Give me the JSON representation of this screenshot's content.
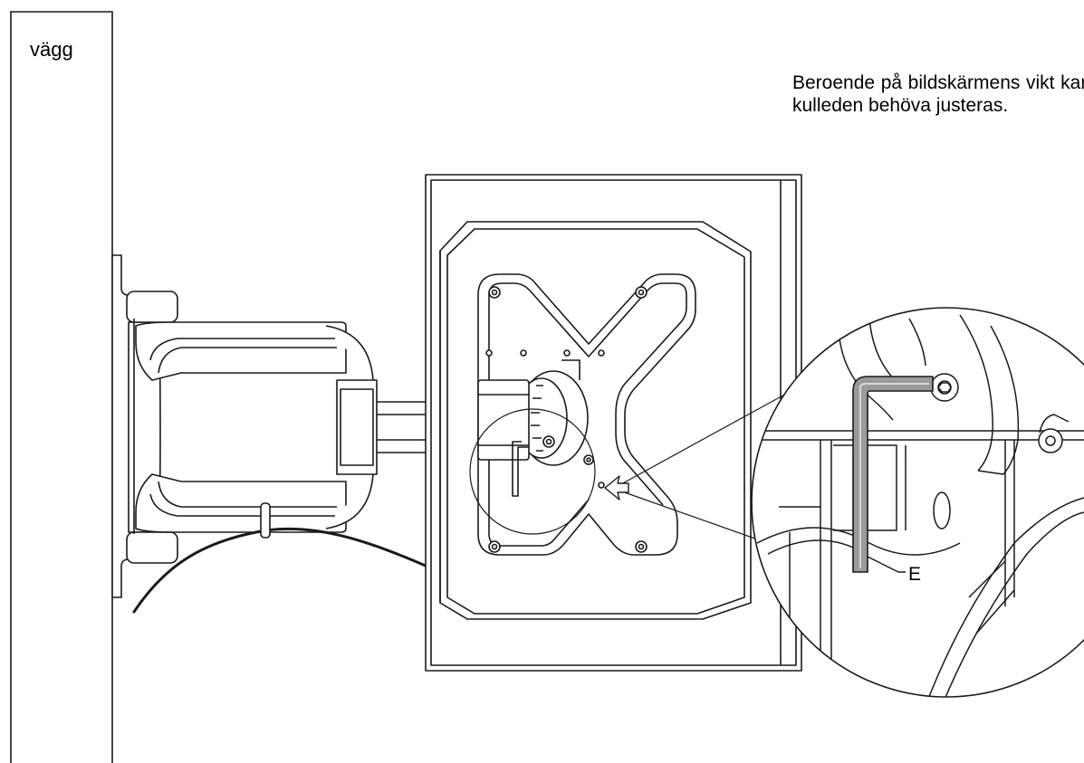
{
  "labels": {
    "wall": "vägg",
    "adjust_note": "Beroende på bildskärmens vikt kan kulleden behöva justeras.",
    "tool_callout": "E"
  },
  "colors": {
    "line": "#1a1a1a",
    "tool_fill": "#9a9a9a",
    "lens_fill": "#eeeeee"
  }
}
